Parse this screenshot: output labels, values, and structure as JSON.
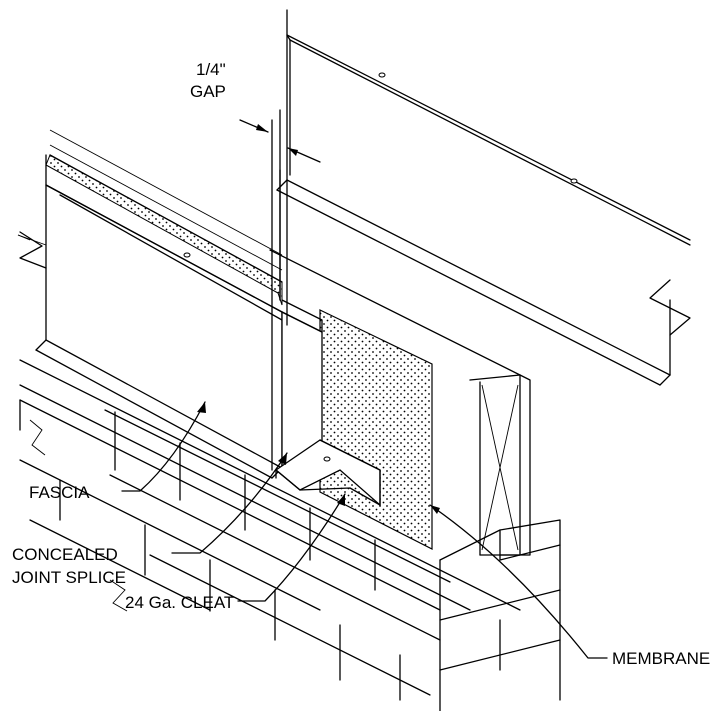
{
  "labels": {
    "gap_value": "1/4\"",
    "gap_word": "GAP",
    "fascia": "FASCIA",
    "splice_line1": "CONCEALED",
    "splice_line2": "JOINT SPLICE",
    "cleat": "24 Ga. CLEAT",
    "membrane": "MEMBRANE"
  },
  "colors": {
    "line": "#000000",
    "background": "#ffffff"
  }
}
